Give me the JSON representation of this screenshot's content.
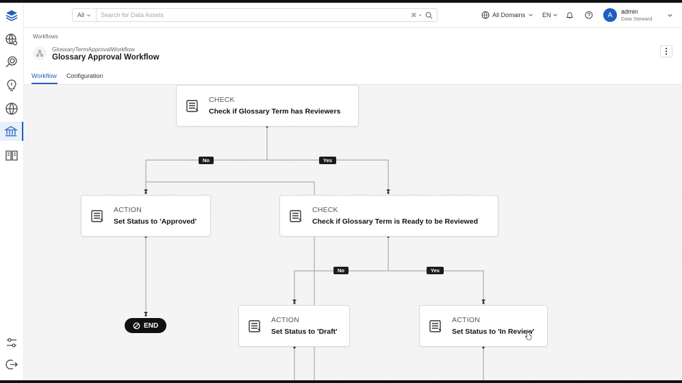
{
  "header": {
    "search_filter": "All",
    "search_placeholder": "Search for Data Assets",
    "shortcut_key": "⌘",
    "shortcut_sep": "•",
    "domains_label": "All Domains",
    "language": "EN",
    "user": {
      "initial": "A",
      "name": "admin",
      "role": "Data Steward"
    }
  },
  "page": {
    "breadcrumb": "Workflows",
    "subtitle": "GlossaryTermApprovalWorkflow",
    "title": "Glossary Approval Workflow",
    "tabs": [
      "Workflow",
      "Configuration"
    ]
  },
  "workflow": {
    "nodes": [
      {
        "id": "check-reviewers",
        "kind": "CHECK",
        "label": "Check if Glossary Term has Reviewers"
      },
      {
        "id": "action-approved",
        "kind": "ACTION",
        "label": "Set Status to 'Approved'"
      },
      {
        "id": "check-ready",
        "kind": "CHECK",
        "label": "Check if Glossary Term is Ready to be Reviewed"
      },
      {
        "id": "action-draft",
        "kind": "ACTION",
        "label": "Set Status to 'Draft'"
      },
      {
        "id": "action-in-review",
        "kind": "ACTION",
        "label": "Set Status to 'In Review'"
      }
    ],
    "edge_labels": {
      "no": "No",
      "yes": "Yes"
    },
    "end_label": "END"
  },
  "colors": {
    "accent": "#1e5fbf",
    "canvas": "#f4f4f4",
    "tag": "#1c1c1c"
  }
}
